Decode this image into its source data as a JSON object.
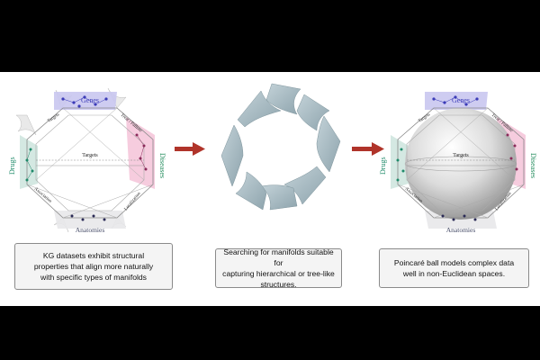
{
  "panel_left": {
    "labels": {
      "genes": "Genes",
      "diseases": "Diseases",
      "drugs": "Drugs",
      "anatomies": "Anatomies",
      "targets_top": "Targets",
      "targets_mid": "Targets",
      "treat_palliate": "Treat / Palliate",
      "association": "Association",
      "localization": "Localization"
    },
    "caption": "KG datasets exhibit structural\nproperties that align more naturally\nwith specific types of manifolds"
  },
  "panel_middle": {
    "caption": "Searching for manifolds suitable for\ncapturing hierarchical or tree-like\nstructures."
  },
  "panel_right": {
    "labels": {
      "genes": "Genes",
      "diseases": "Diseases",
      "drugs": "Drugs",
      "anatomies": "Anatomies",
      "targets_top": "Targets",
      "targets_mid": "Targets",
      "treat_palliate": "Treat / Palliate",
      "association": "Association",
      "localization": "Localization"
    },
    "caption": "Poincaré ball models complex data\nwell in non-Euclidean spaces."
  },
  "colors": {
    "genes": "#3b3bb8",
    "diseases": "#1f8a5a",
    "drugs": "#1f8a6a",
    "anatomies": "#444a66",
    "arrow": "#b0342a",
    "genes_band": "#c9c6ef",
    "diseases_band": "#f5c6da",
    "drugs_band": "#cfe6df",
    "tile": "#a9bcc3"
  }
}
